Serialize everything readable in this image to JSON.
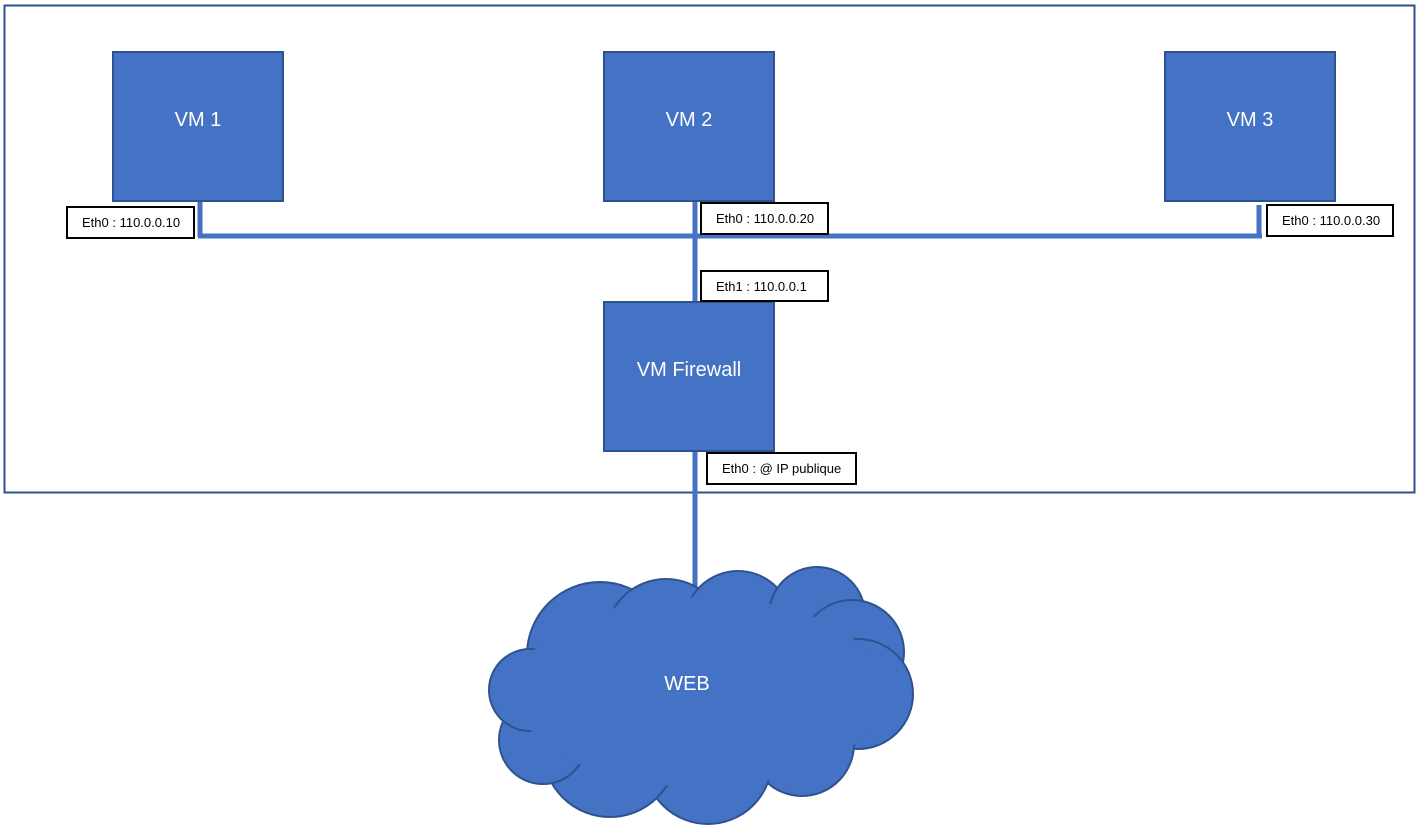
{
  "colors": {
    "node_fill": "#4472c4",
    "node_border": "#2f528f",
    "link": "#4472c4",
    "label_border": "#000000",
    "zone_border": "#2f528f"
  },
  "nodes": {
    "vm1": "VM 1",
    "vm2": "VM 2",
    "vm3": "VM 3",
    "firewall": "VM Firewall",
    "web": "WEB"
  },
  "interfaces": {
    "vm1_eth0": "Eth0 : 110.0.0.10",
    "vm2_eth0": "Eth0 : 110.0.0.20",
    "vm3_eth0": "Eth0 : 110.0.0.30",
    "fw_eth1": "Eth1 : 110.0.0.1",
    "fw_eth0": "Eth0 : @ IP publique"
  }
}
